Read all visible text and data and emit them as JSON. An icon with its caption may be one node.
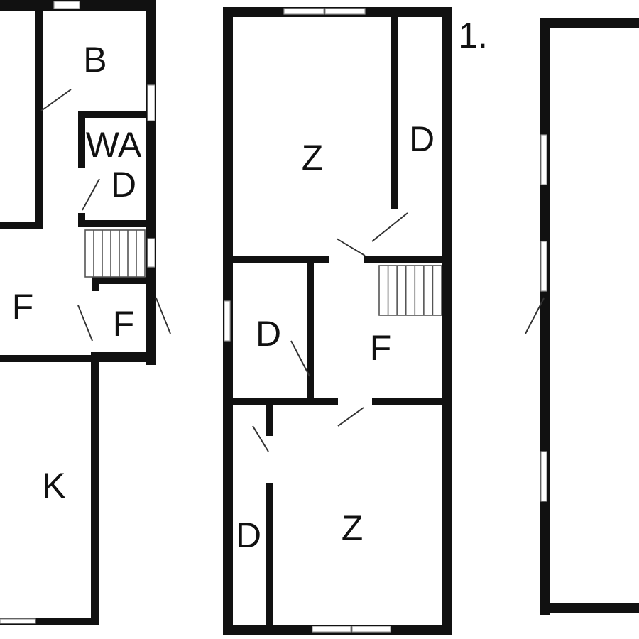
{
  "diagram": {
    "labels": [
      "B",
      "WA",
      "D",
      "F",
      "F",
      "K",
      "1.",
      "Z",
      "D",
      "D",
      "F",
      "D",
      "Z"
    ]
  }
}
